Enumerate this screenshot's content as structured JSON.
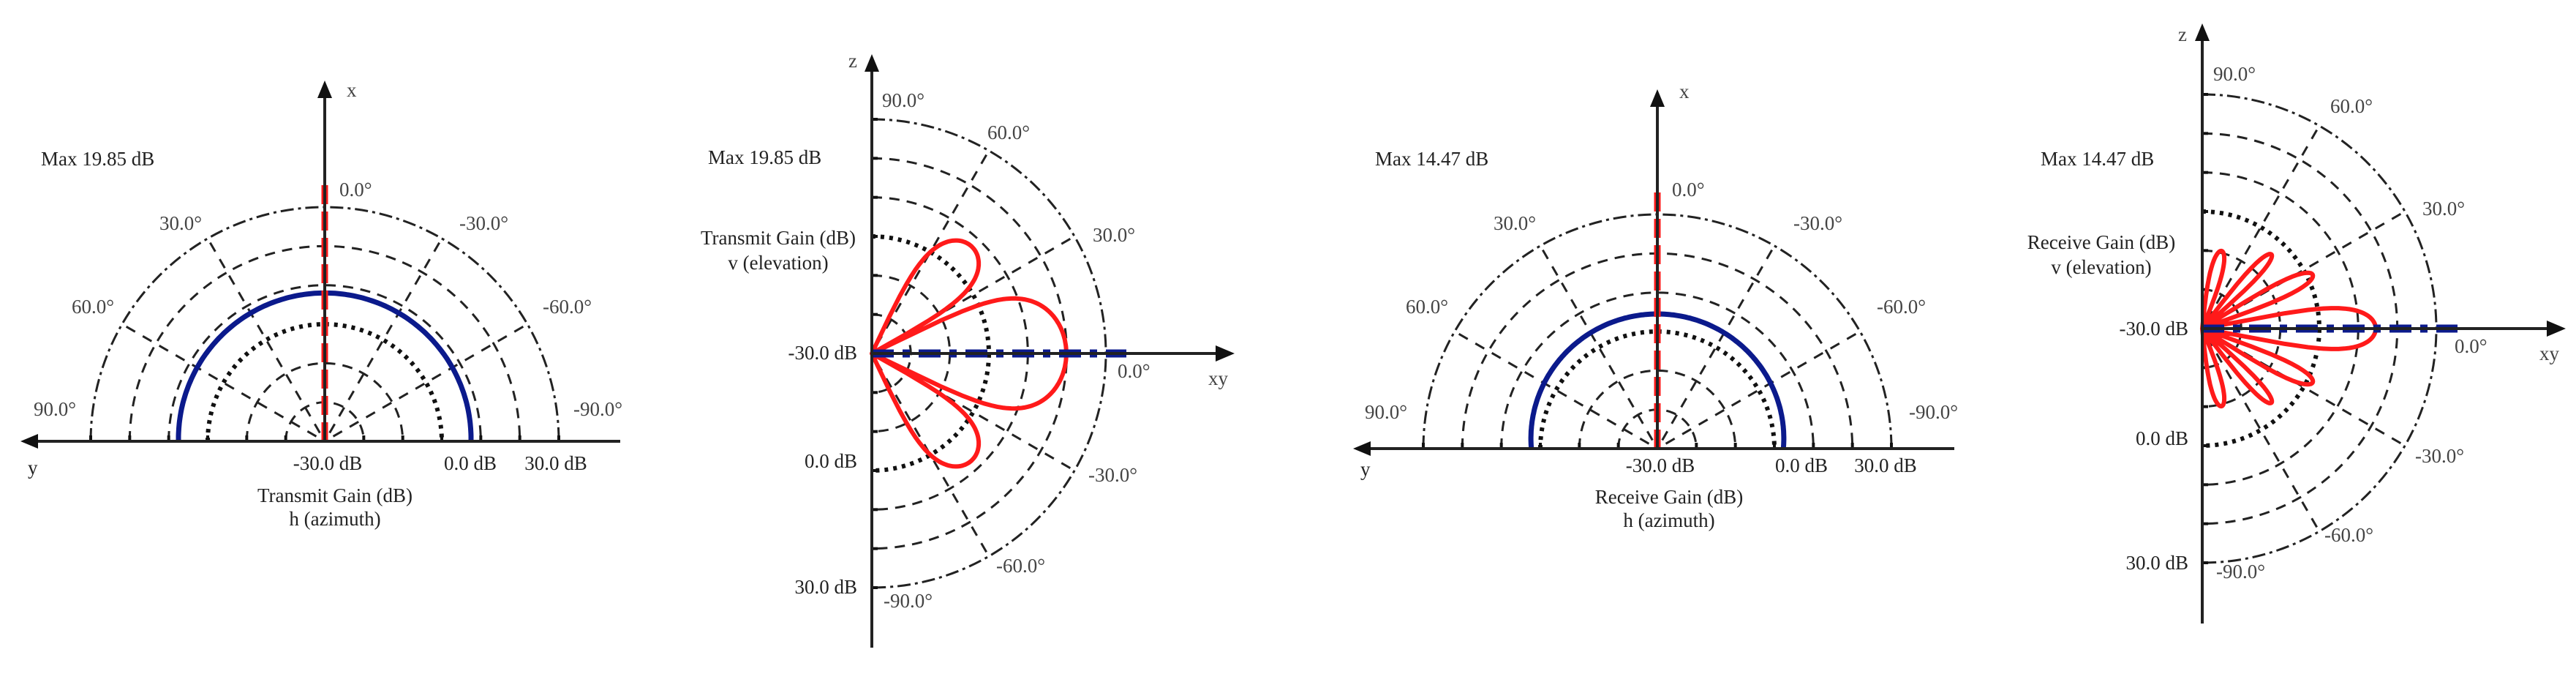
{
  "figure": {
    "panels": [
      {
        "id": "tx-azimuth",
        "max_label": "Max 19.85 dB",
        "axis_up_label": "x",
        "axis_side_label": "y",
        "angle_labels": [
          "0.0°",
          "30.0°",
          "-30.0°",
          "60.0°",
          "-60.0°",
          "90.0°",
          "-90.0°"
        ],
        "db_labels": [
          "-30.0 dB",
          "0.0 dB",
          "30.0 dB"
        ],
        "title_line1": "Transmit Gain (dB)",
        "title_line2": "h (azimuth)"
      },
      {
        "id": "tx-elevation",
        "max_label": "Max 19.85 dB",
        "axis_up_label": "z",
        "axis_side_label": "xy",
        "angle_labels": [
          "90.0°",
          "60.0°",
          "30.0°",
          "0.0°",
          "-30.0°",
          "-60.0°",
          "-90.0°"
        ],
        "db_labels": [
          "-30.0 dB",
          "0.0 dB",
          "30.0 dB"
        ],
        "title_line1": "Transmit Gain (dB)",
        "title_line2": "v (elevation)"
      },
      {
        "id": "rx-azimuth",
        "max_label": "Max 14.47 dB",
        "axis_up_label": "x",
        "axis_side_label": "y",
        "angle_labels": [
          "0.0°",
          "30.0°",
          "-30.0°",
          "60.0°",
          "-60.0°",
          "90.0°",
          "-90.0°"
        ],
        "db_labels": [
          "-30.0 dB",
          "0.0 dB",
          "30.0 dB"
        ],
        "title_line1": "Receive Gain (dB)",
        "title_line2": "h (azimuth)"
      },
      {
        "id": "rx-elevation",
        "max_label": "Max 14.47 dB",
        "axis_up_label": "z",
        "axis_side_label": "xy",
        "angle_labels": [
          "90.0°",
          "60.0°",
          "30.0°",
          "0.0°",
          "-30.0°",
          "-60.0°",
          "-90.0°"
        ],
        "db_labels": [
          "-30.0 dB",
          "0.0 dB",
          "30.0 dB"
        ],
        "title_line1": "Receive Gain (dB)",
        "title_line2": "v (elevation)"
      }
    ]
  },
  "chart_data": [
    {
      "type": "polar",
      "title": "Transmit Gain (dB) h (azimuth)",
      "annotation": "Max 19.85 dB",
      "radial_axis": {
        "min_db": -30,
        "max_db": 30,
        "rings_db": [
          -20,
          -10,
          0,
          10,
          20,
          30
        ],
        "tick_labels": [
          "-30.0 dB",
          "0.0 dB",
          "30.0 dB"
        ]
      },
      "angle_range_deg": [
        -90,
        90
      ],
      "angle_ticks_deg": [
        90,
        60,
        30,
        0,
        -30,
        -60,
        -90
      ],
      "series": [
        {
          "name": "azimuth gain (blue, solid)",
          "color": "#0b1a8c",
          "shape": "near-constant semicircle",
          "gain_db_at_0deg": 8.0,
          "gain_db_at_90deg": 7.5
        },
        {
          "name": "elevation cut (red, dashed along 0°)",
          "color": "#ff1a1a",
          "shape": "line along 0° axis"
        }
      ]
    },
    {
      "type": "polar",
      "title": "Transmit Gain (dB) v (elevation)",
      "annotation": "Max 19.85 dB",
      "radial_axis": {
        "min_db": -30,
        "max_db": 30,
        "rings_db": [
          -20,
          -10,
          0,
          10,
          20,
          30
        ],
        "tick_labels": [
          "-30.0 dB",
          "0.0 dB",
          "30.0 dB"
        ]
      },
      "angle_range_deg": [
        -90,
        90
      ],
      "angle_ticks_deg": [
        90,
        60,
        30,
        0,
        -30,
        -60,
        -90
      ],
      "series": [
        {
          "name": "elevation gain (red, solid)",
          "color": "#ff1a1a",
          "lobes": [
            {
              "center_deg": 0,
              "peak_db": 19.85,
              "halfwidth_deg": 26
            },
            {
              "center_deg": 47,
              "peak_db": 7.5,
              "halfwidth_deg": 18
            },
            {
              "center_deg": -47,
              "peak_db": 7.5,
              "halfwidth_deg": 18
            }
          ],
          "floor_db": -30
        },
        {
          "name": "azimuth cut (blue, dashed along 0°)",
          "color": "#0b1a8c",
          "shape": "line along 0° axis"
        }
      ]
    },
    {
      "type": "polar",
      "title": "Receive Gain (dB) h (azimuth)",
      "annotation": "Max 14.47 dB",
      "radial_axis": {
        "min_db": -30,
        "max_db": 30,
        "rings_db": [
          -20,
          -10,
          0,
          10,
          20,
          30
        ],
        "tick_labels": [
          "-30.0 dB",
          "0.0 dB",
          "30.0 dB"
        ]
      },
      "angle_range_deg": [
        -90,
        90
      ],
      "angle_ticks_deg": [
        90,
        60,
        30,
        0,
        -30,
        -60,
        -90
      ],
      "series": [
        {
          "name": "azimuth gain (blue, solid)",
          "color": "#0b1a8c",
          "shape": "near-constant semicircle",
          "gain_db_at_0deg": 4.5,
          "gain_db_at_90deg": 2.3
        },
        {
          "name": "elevation cut (red, dashed along 0°)",
          "color": "#ff1a1a",
          "shape": "line along 0° axis"
        }
      ]
    },
    {
      "type": "polar",
      "title": "Receive Gain (dB) v (elevation)",
      "annotation": "Max 14.47 dB",
      "radial_axis": {
        "min_db": -30,
        "max_db": 30,
        "rings_db": [
          -20,
          -10,
          0,
          10,
          20,
          30
        ],
        "tick_labels": [
          "-30.0 dB",
          "0.0 dB",
          "30.0 dB"
        ]
      },
      "angle_range_deg": [
        -90,
        90
      ],
      "angle_ticks_deg": [
        90,
        60,
        30,
        0,
        -30,
        -60,
        -90
      ],
      "series": [
        {
          "name": "elevation gain (red, solid)",
          "color": "#ff1a1a",
          "lobes": [
            {
              "center_deg": 0,
              "peak_db": 14.47,
              "halfwidth_deg": 11
            },
            {
              "center_deg": 26,
              "peak_db": 1.5,
              "halfwidth_deg": 6.5
            },
            {
              "center_deg": -26,
              "peak_db": 1.5,
              "halfwidth_deg": 6.5
            },
            {
              "center_deg": 47,
              "peak_db": -4.0,
              "halfwidth_deg": 6
            },
            {
              "center_deg": -47,
              "peak_db": -4.0,
              "halfwidth_deg": 6
            },
            {
              "center_deg": 76,
              "peak_db": -9.5,
              "halfwidth_deg": 9
            },
            {
              "center_deg": -76,
              "peak_db": -9.5,
              "halfwidth_deg": 9
            }
          ],
          "floor_db": -30
        },
        {
          "name": "azimuth cut (blue, dashed along 0°)",
          "color": "#0b1a8c",
          "shape": "line along 0° axis"
        }
      ]
    }
  ]
}
